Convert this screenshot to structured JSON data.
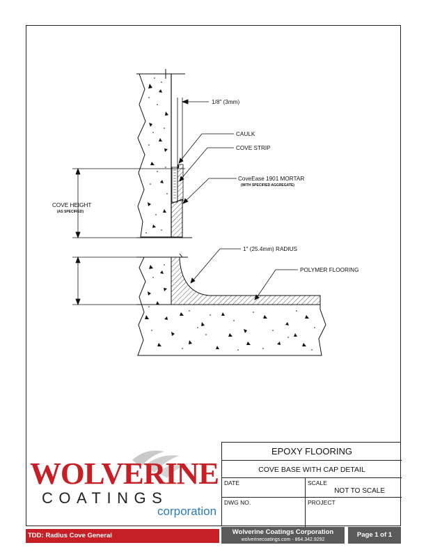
{
  "drawing": {
    "labels": {
      "gap": "1/8\" (3mm)",
      "caulk": "CAULK",
      "cove_strip": "COVE STRIP",
      "mortar": "CoveEase 1901 MORTAR",
      "mortar_note": "(WITH SPECIFIED AGGREGATE)",
      "cove_height": "COVE HEIGHT",
      "cove_height_note": "(AS SPECIFIED)",
      "radius": "1\" (25.4mm) RADIUS",
      "polymer": "POLYMER FLOORING"
    }
  },
  "title_block": {
    "title": "EPOXY FLOORING",
    "subtitle": "COVE BASE WITH CAP DETAIL",
    "date_label": "DATE",
    "date_value": "",
    "scale_label": "SCALE",
    "scale_value": "NOT TO SCALE",
    "dwg_label": "DWG NO.",
    "dwg_value": "",
    "project_label": "PROJECT",
    "project_value": ""
  },
  "logo": {
    "word": "WOLVERINE",
    "coatings": "COATINGS",
    "corporation": "corporation",
    "red": "#c62026",
    "blue": "#2b7bbd"
  },
  "footer": {
    "tdd": "TDD: Radius Cove General",
    "company": "Wolverine Coatings Corporation",
    "contact": "wolverinecoatings.com - 864.342.9292",
    "page": "Page 1 of 1"
  }
}
